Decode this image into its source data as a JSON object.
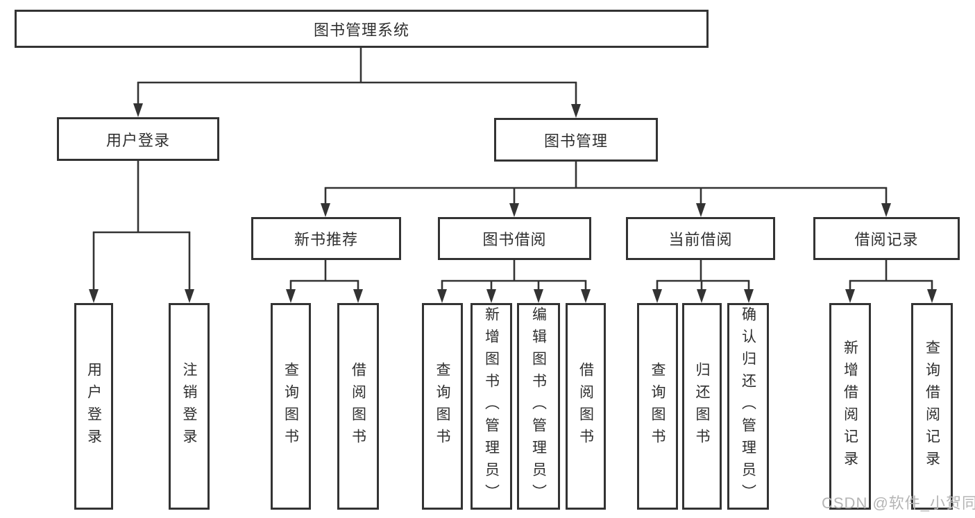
{
  "tree": {
    "label": "图书管理系统",
    "children": [
      {
        "label": "用户登录",
        "children": [
          {
            "label": "用户登录"
          },
          {
            "label": "注销登录"
          }
        ]
      },
      {
        "label": "图书管理",
        "children": [
          {
            "label": "新书推荐",
            "children": [
              {
                "label": "查询图书"
              },
              {
                "label": "借阅图书"
              }
            ]
          },
          {
            "label": "图书借阅",
            "children": [
              {
                "label": "查询图书"
              },
              {
                "label": "新增图书（管理员）"
              },
              {
                "label": "编辑图书（管理员）"
              },
              {
                "label": "借阅图书"
              }
            ]
          },
          {
            "label": "当前借阅",
            "children": [
              {
                "label": "查询图书"
              },
              {
                "label": "归还图书"
              },
              {
                "label": "确认归还（管理员）"
              }
            ]
          },
          {
            "label": "借阅记录",
            "children": [
              {
                "label": "新增借阅记录"
              },
              {
                "label": "查询借阅记录"
              }
            ]
          }
        ]
      }
    ]
  },
  "watermark": "CSDN @软件_小贺同学",
  "colors": {
    "line": "#333333",
    "box_border": "#333333",
    "text": "#2f2f2f",
    "background": "#ffffff",
    "watermark_text": "#b5b5b5"
  }
}
